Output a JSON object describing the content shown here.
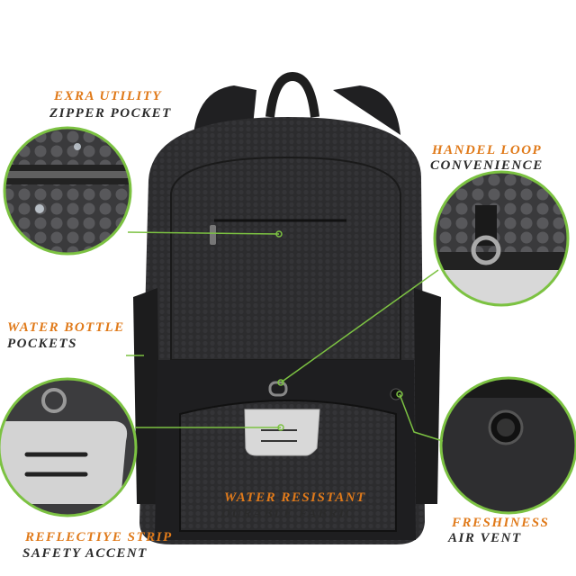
{
  "callouts": {
    "zipper_pocket": {
      "title": "EXRA UTILITY",
      "subtitle": "ZIPPER POCKET"
    },
    "handle_loop": {
      "title": "HANDEL LOOP",
      "subtitle": "CONVENIENCE"
    },
    "water_bottle": {
      "title": "WATER BOTTLE",
      "subtitle": "POCKETS"
    },
    "water_resistant": {
      "title": "WATER RESISTANT",
      "subtitle": "DURABLE FABRIC"
    },
    "reflective_strip": {
      "title": "REFLECTIYE STRIP",
      "subtitle": "SAFETY ACCENT"
    },
    "air_vent": {
      "title": "FRESHINESS",
      "subtitle": "AIR VENT"
    }
  },
  "colors": {
    "title": "#e07a1a",
    "subtitle": "#2b2b2b",
    "leader_line": "#7cc242",
    "fabric": "#2a2a2c",
    "reflective": "#d8d8d8"
  }
}
